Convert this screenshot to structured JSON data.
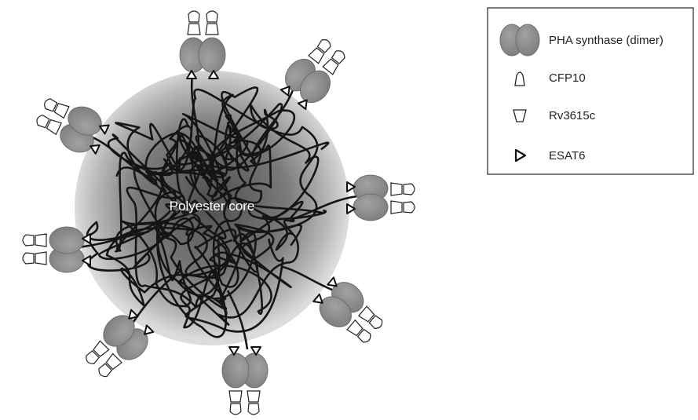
{
  "core": {
    "label": "Polyester core"
  },
  "legend": {
    "items": [
      {
        "icon": "pha-synthase-dimer-icon",
        "label": "PHA synthase  (dimer)"
      },
      {
        "icon": "cfp10-icon",
        "label": "CFP10"
      },
      {
        "icon": "rv3615c-icon",
        "label": "Rv3615c"
      },
      {
        "icon": "esat6-icon",
        "label": "ESAT6"
      }
    ]
  },
  "colors": {
    "synthase": "#8a8a8a",
    "core_center": "#4f4f4f",
    "core_edge": "#d8d8d8",
    "polymer_strand": "#151515"
  }
}
